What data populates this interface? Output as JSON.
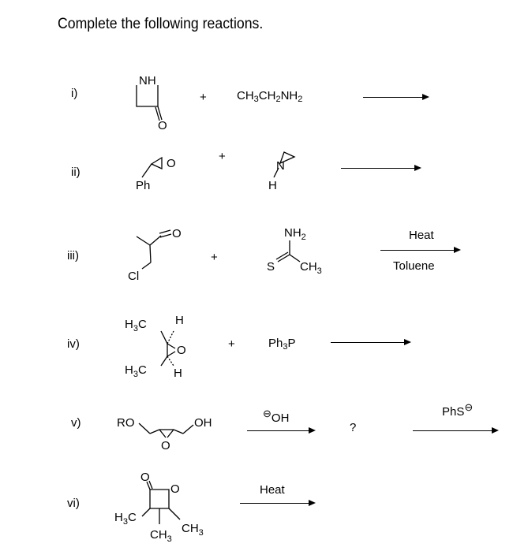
{
  "title": "Complete the following reactions.",
  "reactions": [
    {
      "label": "i)",
      "plus": "+",
      "atoms": {
        "nh": "NH",
        "o": "O"
      },
      "reagent": {
        "a": "CH",
        "a_sub": "3",
        "b": "CH",
        "b_sub": "2",
        "c": "NH",
        "c_sub": "2"
      }
    },
    {
      "label": "ii)",
      "plus": "+",
      "atoms": {
        "ph": "Ph",
        "o": "O",
        "n": "N",
        "h": "H"
      }
    },
    {
      "label": "iii)",
      "plus": "+",
      "atoms": {
        "o": "O",
        "cl": "Cl",
        "nh2": "NH",
        "nh2_sub": "2",
        "s": "S",
        "ch3": "CH",
        "ch3_sub": "3"
      },
      "above_arrow": "Heat",
      "below_arrow": "Toluene"
    },
    {
      "label": "iv)",
      "plus": "+",
      "atoms": {
        "h3c_top": "H",
        "h3c_top_sub": "3",
        "h3c_top_c": "C",
        "h_top": "H",
        "o": "O",
        "h3c_bot": "H",
        "h3c_bot_sub": "3",
        "h3c_bot_c": "C",
        "h_bot": "H"
      },
      "reagent": {
        "a": "Ph",
        "a_sub": "3",
        "b": "P"
      }
    },
    {
      "label": "v)",
      "atoms": {
        "ro": "RO",
        "oh": "OH",
        "o": "O"
      },
      "reagent1": {
        "charge": "⊖",
        "text": "OH"
      },
      "intermediate": "?",
      "reagent2": {
        "text": "PhS",
        "charge": "⊖"
      }
    },
    {
      "label": "vi)",
      "atoms": {
        "o_carbonyl": "O",
        "o_ring": "O",
        "h3c": "H",
        "h3c_sub": "3",
        "h3c_c": "C",
        "ch3_a": "CH",
        "ch3_a_sub": "3",
        "ch3_b": "CH",
        "ch3_b_sub": "3"
      },
      "above_arrow": "Heat"
    }
  ]
}
